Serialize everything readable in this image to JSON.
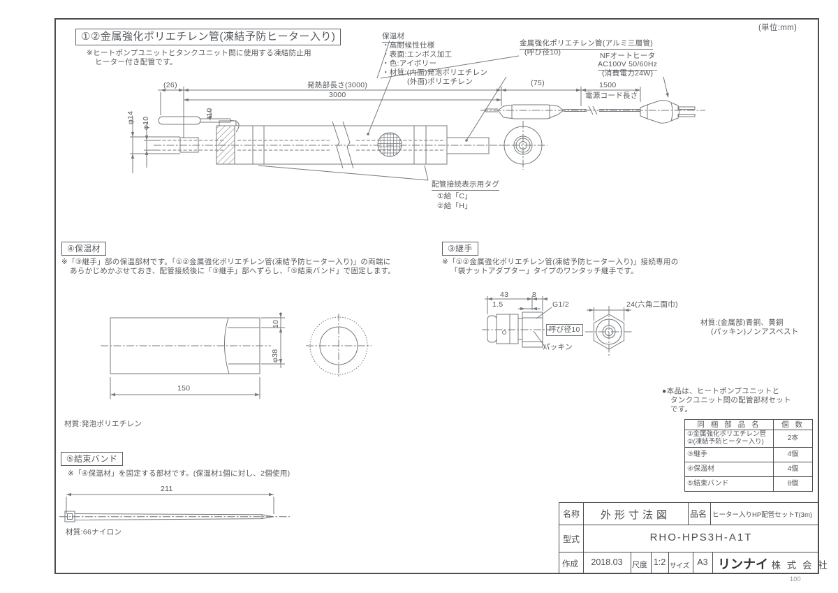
{
  "frame": {
    "unit_note": "(単位:mm)",
    "sheet_number": "100"
  },
  "main": {
    "title": "①②金属強化ポリエチレン管(凍結予防ヒーター入り)",
    "note_line1": "※ヒートポンプユニットとタンクユニット間に使用する凍結防止用",
    "note_line2": "ヒーター付き配管です。",
    "insulation": {
      "label": "保温材",
      "item1": "・高耐候性仕様",
      "item2": "・表面:エンボス加工",
      "item3": "・色:アイボリー",
      "item4": "・材質:(内面)発泡ポリエチレン",
      "item5": "(外面)ポリエチレン"
    },
    "pipe_label": "金属強化ポリエチレン管(アルミ三層管)",
    "pipe_bore": "(呼び径10)",
    "heater": {
      "line1": "NFオートヒータ",
      "line2": "AC100V 50/60Hz",
      "line3": "(消費電力24W)"
    },
    "dims": {
      "offset": "(26)",
      "heat_length": "発熱部長さ(3000)",
      "length": "3000",
      "phi14": "φ14",
      "phi10": "φ10",
      "t10": "t10",
      "d75": "(75)",
      "cord": "1500",
      "cord_label": "電源コード長さ"
    },
    "tag": {
      "label": "配管接続表示用タグ",
      "item1": "①給「C」",
      "item2": "②給「H」"
    }
  },
  "sec_insulation": {
    "title": "④保温材",
    "note_line1": "※「③継手」部の保温部材です。「①②金属強化ポリエチレン管(凍結予防ヒーター入り)」の両端に",
    "note_line2": "あらかじめかぶせておき、配管接続後に「③継手」部へずらし、「⑤結束バンド」で固定します。",
    "dims": {
      "length": "150",
      "phi38": "φ38",
      "t10": "10"
    },
    "material": "材質:発泡ポリエチレン"
  },
  "sec_joint": {
    "title": "③継手",
    "note_line1": "※「①②金属強化ポリエチレン管(凍結予防ヒーター入り)」接続専用の",
    "note_line2": "「袋ナットアダプター」タイプのワンタッチ継手です。",
    "dims": {
      "d43": "43",
      "d8": "8",
      "d15": "1.5",
      "thread": "G1/2",
      "bore": "呼び径10",
      "packing": "パッキン",
      "hex": "24(六角二面巾)"
    },
    "material_line1": "材質:(金属部)青銅、黄銅",
    "material_line2": "(パッキン)ノンアスベスト"
  },
  "sec_band": {
    "title": "⑤結束バンド",
    "note": "※「④保温材」を固定する部材です。(保温材1個に対し、2個使用)",
    "dims": {
      "length": "211"
    },
    "material": "材質:66ナイロン"
  },
  "set_note": {
    "line1": "●本品は、ヒートポンプユニットと",
    "line2": "タンクユニット間の配管部材セット",
    "line3": "です。"
  },
  "parts_table": {
    "name_header": "同 梱 部 品 名",
    "qty_header": "個 数",
    "rows": [
      {
        "name1": "①金属強化ポリエチレン管",
        "name2": "②(凍結予防ヒーター入り)",
        "qty": "2本"
      },
      {
        "name1": "③継手",
        "name2": "",
        "qty": "4個"
      },
      {
        "name1": "④保温材",
        "name2": "",
        "qty": "4個"
      },
      {
        "name1": "⑤結束バンド",
        "name2": "",
        "qty": "8個"
      }
    ]
  },
  "title_block": {
    "name_label": "名称",
    "name_value": "外形寸法図",
    "item_label": "品名",
    "item_value": "ヒーター入りHP配管セットT(3m)",
    "model_label": "型式",
    "model_value": "RHO-HPS3H-A1T",
    "date_label": "作成",
    "date_value": "2018.03",
    "scale_label": "尺度",
    "scale_value": "1:2",
    "size_label": "サイズ",
    "size_value": "A3",
    "company_name": "リンナイ",
    "company_suffix": "株 式 会 社"
  }
}
